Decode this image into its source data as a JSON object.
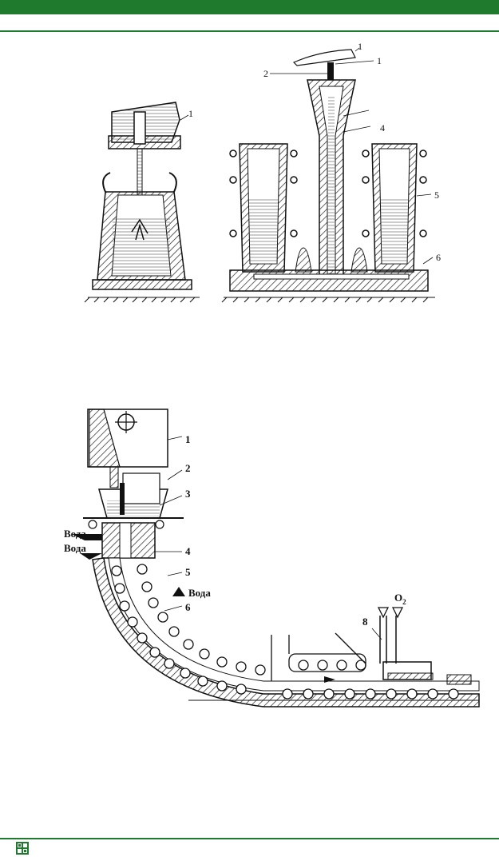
{
  "figure_top": {
    "left_labels": [
      "1"
    ],
    "right_labels": [
      "1",
      "2",
      "1",
      "4",
      "5",
      "6"
    ]
  },
  "figure_bottom": {
    "labels": [
      "1",
      "2",
      "3",
      "4",
      "5",
      "6",
      "8"
    ],
    "water_labels": [
      "Вода",
      "Вода",
      "Вода"
    ],
    "oxygen_label": "O",
    "oxygen_sub": "2"
  },
  "colors": {
    "accent": "#1f7a2e"
  }
}
